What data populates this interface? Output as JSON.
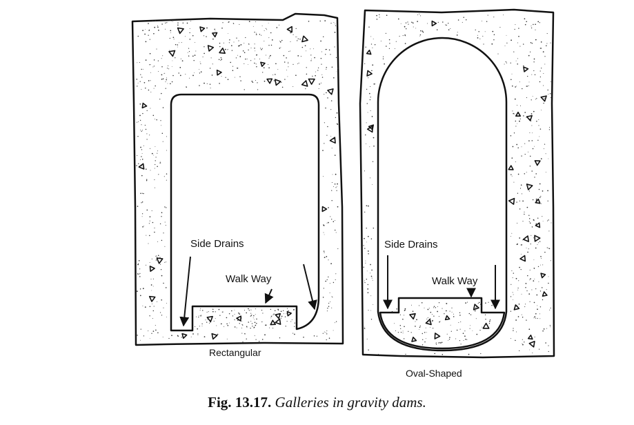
{
  "left_gallery": {
    "side_drains_label": "Side Drains",
    "walk_way_label": "Walk Way",
    "shape_label": "Rectangular"
  },
  "right_gallery": {
    "side_drains_label": "Side Drains",
    "walk_way_label": "Walk Way",
    "shape_label": "Oval-Shaped"
  },
  "caption": {
    "number": "Fig. 13.17.",
    "text": "Galleries in gravity dams."
  },
  "colors": {
    "ink": "#111111",
    "concrete": "#ffffff"
  }
}
